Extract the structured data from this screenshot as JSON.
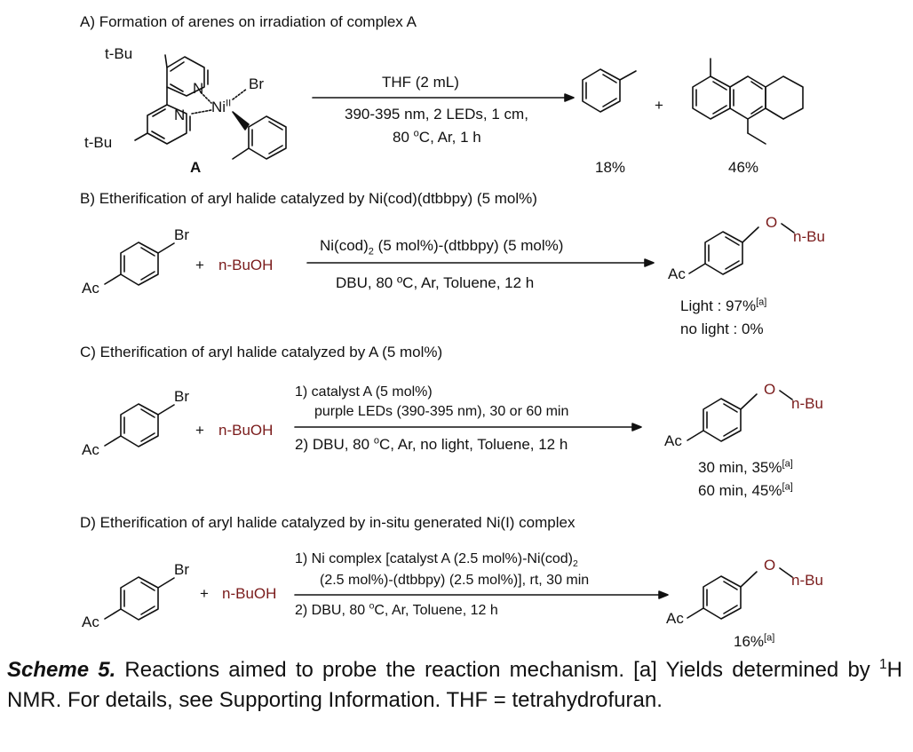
{
  "panels": {
    "a": {
      "title": "A) Formation of arenes on irradiation of complex A",
      "label_a": "A",
      "tbu": "t-Bu",
      "n": "N",
      "ni": "Ni",
      "ni_ox": "II",
      "br": "Br",
      "cond1": "THF (2 mL)",
      "cond2": "390-395 nm, 2 LEDs, 1 cm,",
      "cond3_pre": "80 ",
      "cond3_sup": "o",
      "cond3_post": "C, Ar, 1 h",
      "plus": "+",
      "yield1": "18%",
      "yield2": "46%"
    },
    "b": {
      "title": "B) Etherification of aryl halide catalyzed by Ni(cod)(dtbbpy)  (5 mol%)",
      "br": "Br",
      "ac": "Ac",
      "plus": "+",
      "nbuoh": "n-BuOH",
      "cond1_pre": "Ni(cod)",
      "cond1_sub": "2",
      "cond1_post": " (5 mol%)-(dtbbpy) (5 mol%)",
      "cond2": "DBU, 80 ºC, Ar, Toluene, 12 h",
      "o": "O",
      "nbu": "n-Bu",
      "ac_p": "Ac",
      "light_pre": "Light : 97%",
      "light_sup": "[a]",
      "nolight": "no light : 0%"
    },
    "c": {
      "title": "C) Etherification of  aryl halide catalyzed by A (5 mol%)",
      "br": "Br",
      "ac": "Ac",
      "plus": "+",
      "nbuoh": "n-BuOH",
      "cond1": "1) catalyst A (5 mol%)",
      "cond2": "purple LEDs (390-395 nm), 30 or 60 min",
      "cond3_pre": "2) DBU, 80 ",
      "cond3_sup": "o",
      "cond3_post": "C, Ar, no light, Toluene, 12 h",
      "o": "O",
      "nbu": "n-Bu",
      "ac_p": "Ac",
      "y1_pre": "30 min, 35%",
      "y1_sup": "[a]",
      "y2_pre": "60 min, 45%",
      "y2_sup": "[a]"
    },
    "d": {
      "title": "D) Etherification of  aryl halide catalyzed by in-situ generated Ni(I) complex",
      "br": "Br",
      "ac": "Ac",
      "plus": "+",
      "nbuoh": "n-BuOH",
      "cond1_pre": "1) Ni complex [catalyst A (2.5 mol%)-Ni(cod)",
      "cond1_sub": "2",
      "cond2": "(2.5 mol%)-(dtbbpy) (2.5 mol%)], rt, 30 min",
      "cond3_pre": "2) DBU, 80 ",
      "cond3_sup": "o",
      "cond3_post": "C, Ar, Toluene, 12 h",
      "o": "O",
      "nbu": "n-Bu",
      "ac_p": "Ac",
      "y_pre": "16%",
      "y_sup": "[a]"
    }
  },
  "caption": {
    "lead": "Scheme 5.",
    "text_1": " Reactions aimed to probe the reaction mechanism. [a] Yields determined by ",
    "sup": "1",
    "text_2": "H NMR. For details, see Supporting Information. THF = tetrahydrofuran."
  }
}
